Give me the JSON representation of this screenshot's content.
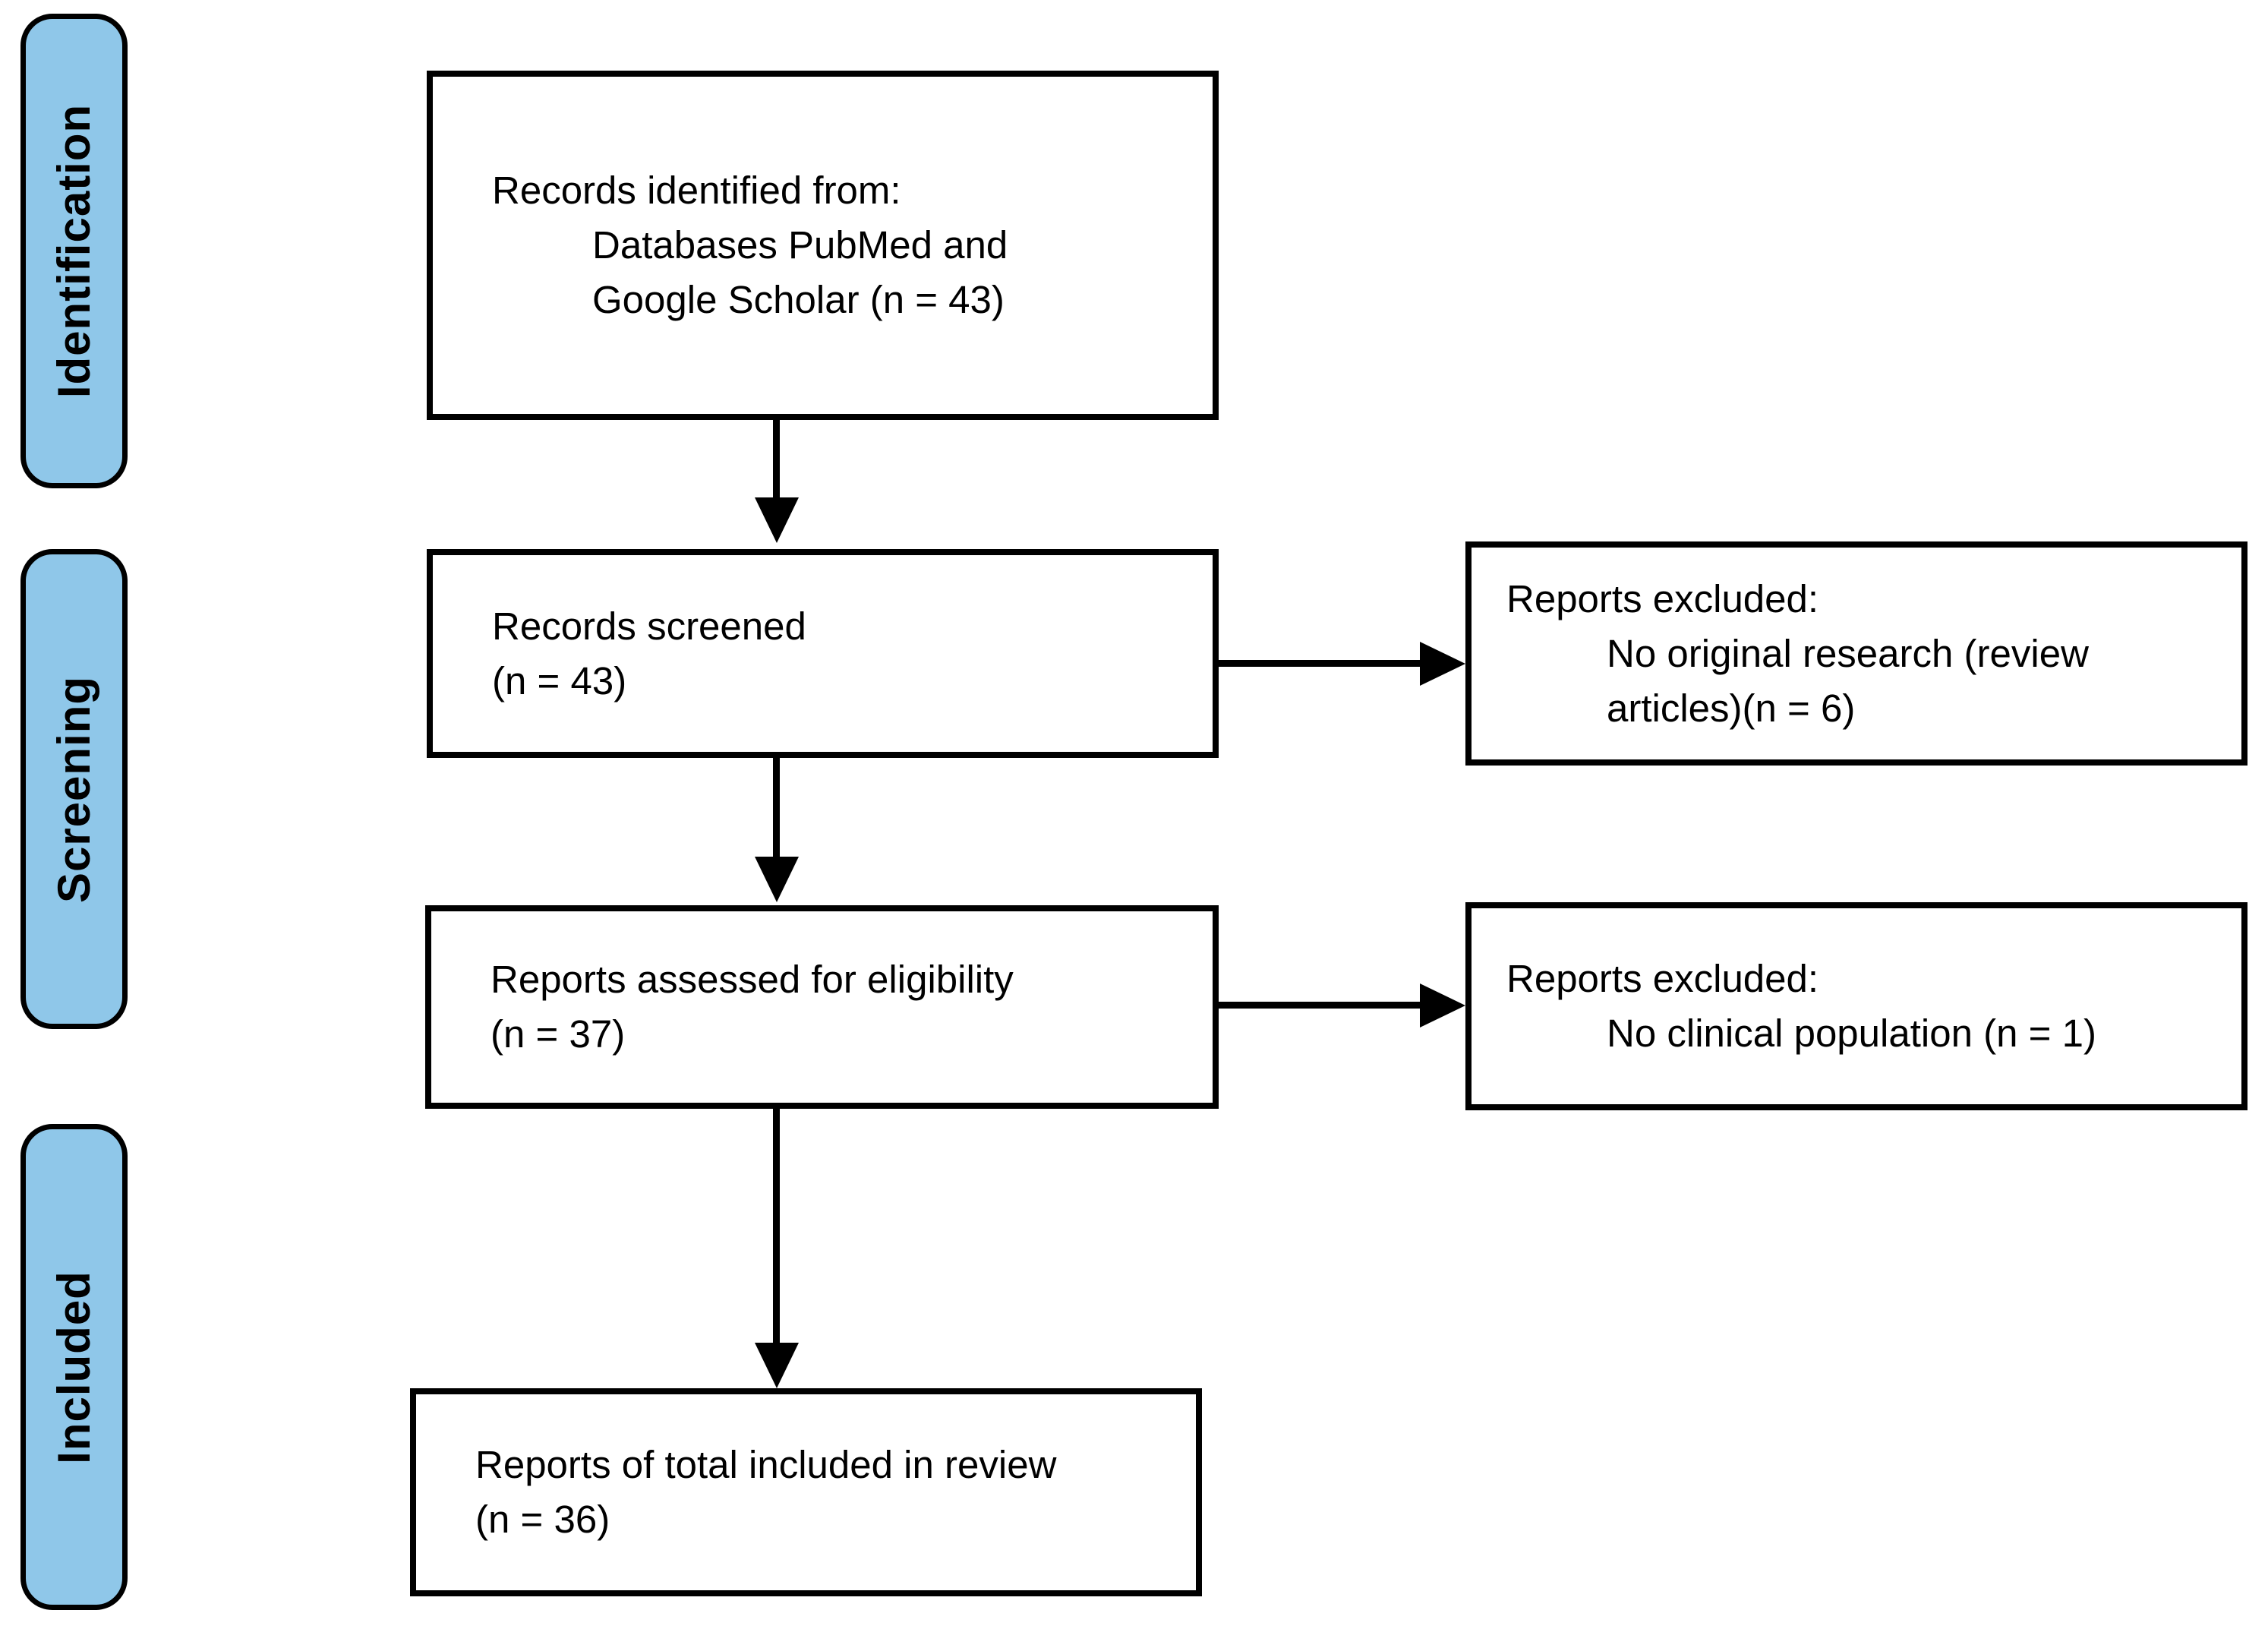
{
  "colors": {
    "stage_fill": "#8FC7E9",
    "line_color": "#000000"
  },
  "stages": {
    "identification": "Identification",
    "screening": "Screening",
    "included": "Included"
  },
  "boxes": {
    "identified": {
      "lines": [
        "Records identified from:",
        "Databases PubMed and",
        "Google Scholar (n = 43)"
      ]
    },
    "screened": {
      "lines": [
        "Records screened",
        "(n = 43)"
      ]
    },
    "excluded1": {
      "lines": [
        "Reports excluded:",
        "No original research (review",
        "articles)(n = 6)"
      ]
    },
    "assessed": {
      "lines": [
        "Reports assessed for eligibility",
        "(n = 37)"
      ]
    },
    "excluded2": {
      "lines": [
        "Reports excluded:",
        "No clinical population (n = 1)"
      ]
    },
    "included": {
      "lines": [
        "Reports of total included in review",
        "(n = 36)"
      ]
    }
  },
  "counts": {
    "identified": 43,
    "screened": 43,
    "excluded_screening": 6,
    "assessed": 37,
    "excluded_eligibility": 1,
    "included": 36
  }
}
